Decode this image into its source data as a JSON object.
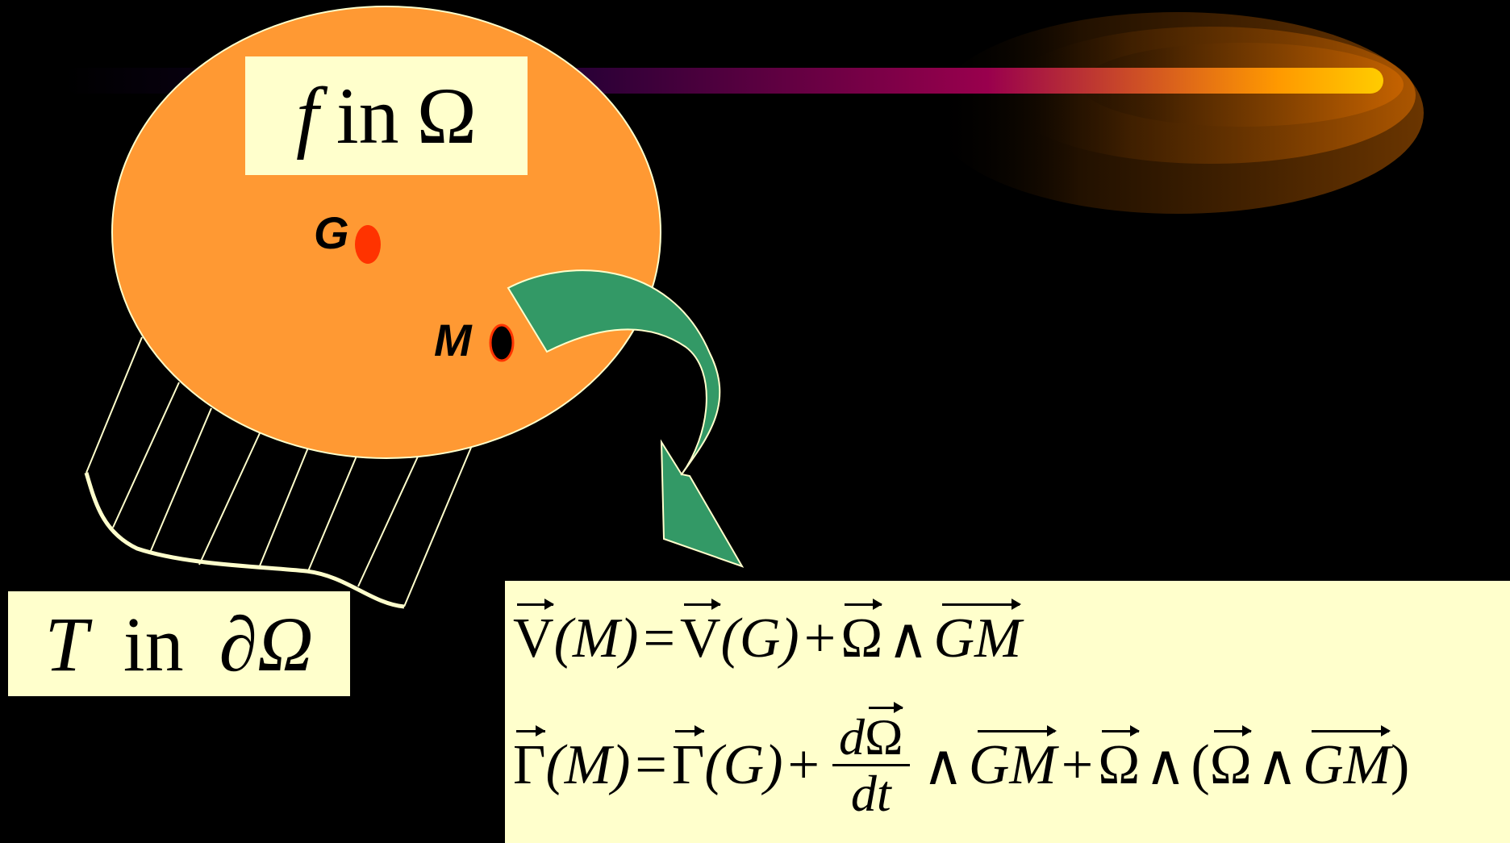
{
  "colors": {
    "background": "#000000",
    "body_fill": "#ff9933",
    "body_stroke": "#ffffcc",
    "label_box": "#ffffcc",
    "arrow_fill": "#339966",
    "point_g": "#ff3300",
    "point_m": "#000000",
    "point_m_stroke": "#ff3300",
    "streak_start": "#1a0033",
    "streak_mid": "#99004d",
    "streak_end": "#ffcc00"
  },
  "body_label": {
    "f": "f",
    "in": "in",
    "omega": "Ω"
  },
  "boundary_label": {
    "t": "T",
    "in": "in",
    "partial_omega": "∂Ω"
  },
  "points": {
    "g": "G",
    "m": "M"
  },
  "equations": {
    "eq1": {
      "lhs_vec": "V",
      "lhs_arg": "(M)",
      "eq": "=",
      "rhs_vec": "V",
      "rhs_arg": "(G)",
      "plus": "+",
      "omega": "Ω",
      "wedge": "∧",
      "gm": "GM"
    },
    "eq2": {
      "lhs_vec": "Γ",
      "lhs_arg": "(M)",
      "eq": "=",
      "rhs_vec": "Γ",
      "rhs_arg": "(G)",
      "plus": "+",
      "frac_num_d": "d",
      "frac_num_omega": "Ω",
      "frac_den": "dt",
      "wedge1": "∧",
      "gm1": "GM",
      "plus2": "+",
      "omega2": "Ω",
      "wedge2": "∧",
      "open_paren": "(",
      "omega3": "Ω",
      "wedge3": "∧",
      "gm2": "GM",
      "close_paren": ")"
    }
  }
}
